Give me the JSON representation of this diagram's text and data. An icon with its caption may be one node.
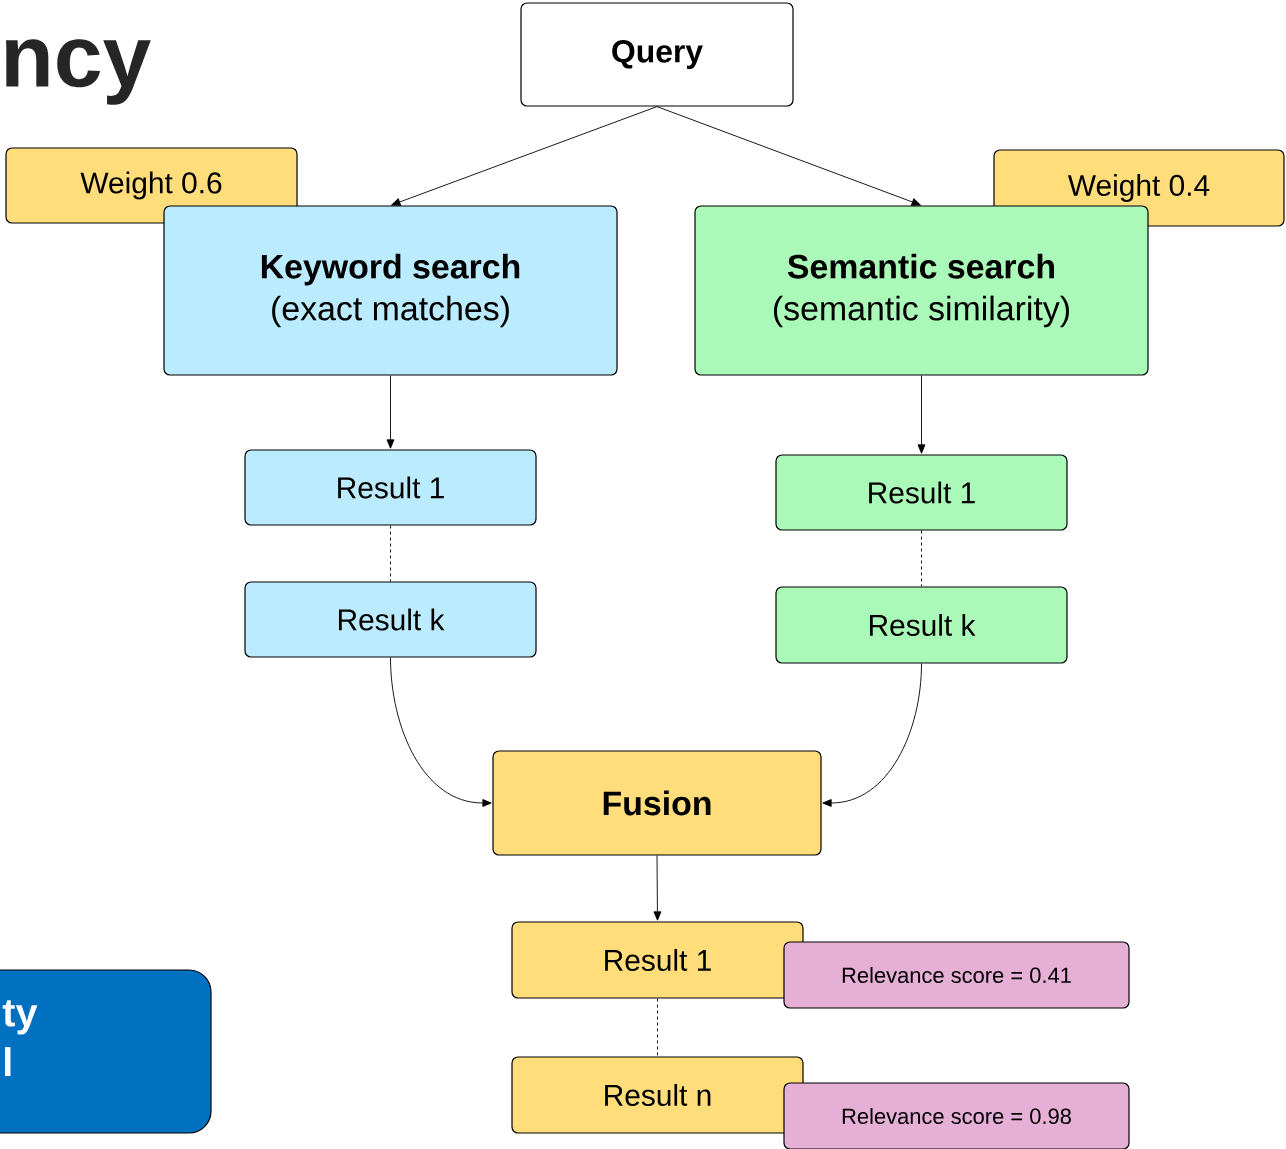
{
  "diagram": {
    "nodes": [
      {
        "text": [
          "Query"
        ]
      },
      {
        "text": [
          "Weight 0.6"
        ]
      },
      {
        "text": [
          "Keyword search",
          "(exact matches)"
        ]
      },
      {
        "text": [
          "Weight 0.4"
        ]
      },
      {
        "text": [
          "Semantic search",
          "(semantic similarity)"
        ]
      },
      {
        "text": [
          "Result 1"
        ]
      },
      {
        "text": [
          "Result k"
        ]
      },
      {
        "text": [
          "Result 1"
        ]
      },
      {
        "text": [
          "Result k"
        ]
      },
      {
        "text": [
          "Fusion"
        ]
      },
      {
        "text": [
          "Result 1"
        ]
      },
      {
        "text": [
          "Relevance score = 0.41"
        ]
      },
      {
        "text": [
          "Result n"
        ]
      },
      {
        "text": [
          "Relevance score = 0.98"
        ]
      },
      {
        "text": [
          "ty l"
        ]
      }
    ],
    "edges": [
      {
        "from": 0,
        "to": 2,
        "arrow": "to"
      },
      {
        "from": 0,
        "to": 4,
        "arrow": "to"
      },
      {
        "from": 2,
        "to": 5,
        "arrow": "to"
      },
      {
        "from": 4,
        "to": 7,
        "arrow": "to"
      },
      {
        "from": 5,
        "to": 6,
        "arrow": "none",
        "style": "dashed"
      },
      {
        "from": 7,
        "to": 8,
        "arrow": "none",
        "style": "dashed"
      },
      {
        "from": 6,
        "to": 9,
        "arrow": "to"
      },
      {
        "from": 8,
        "to": 9,
        "arrow": "to"
      },
      {
        "from": 9,
        "to": 10,
        "arrow": "to"
      },
      {
        "from": 10,
        "to": 12,
        "arrow": "none",
        "style": "dashed"
      }
    ],
    "labels": [
      "ncy"
    ]
  }
}
